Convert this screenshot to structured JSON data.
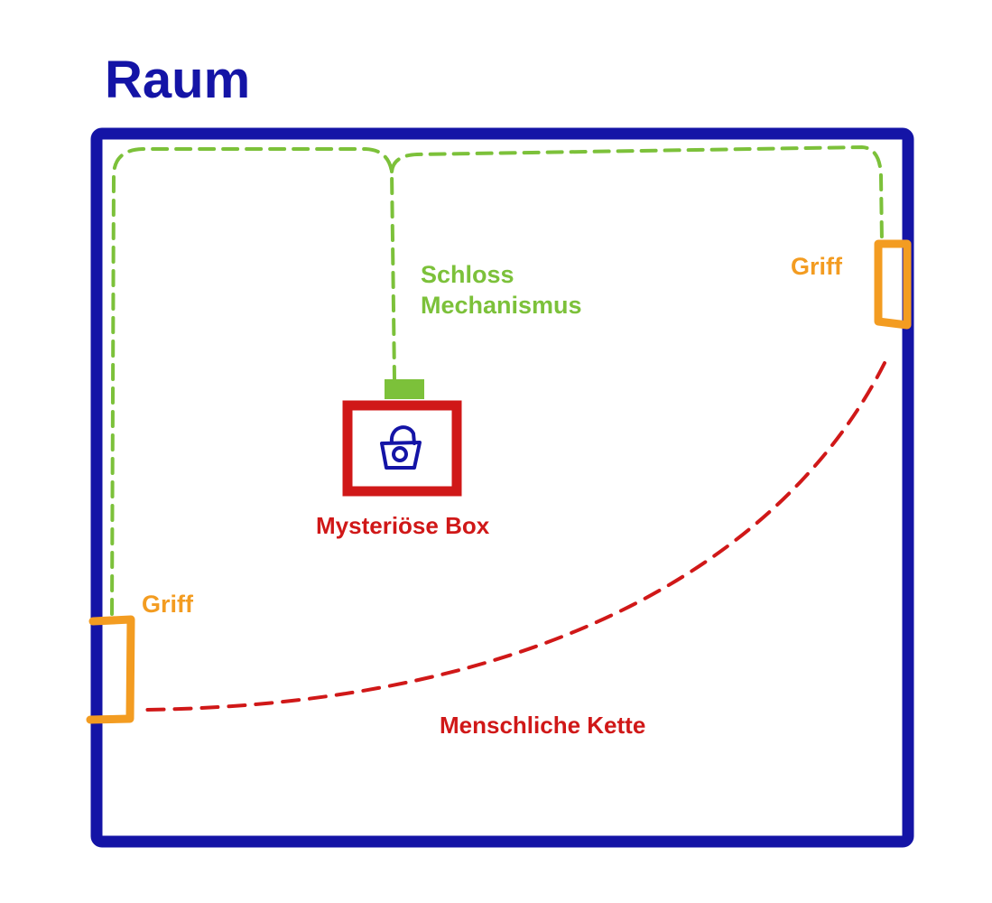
{
  "title": "Raum",
  "colors": {
    "room": "#1414a6",
    "lock_path": "#7cc13a",
    "handle": "#f39c21",
    "box": "#d01818",
    "chain": "#d01818",
    "padlock": "#1414a6"
  },
  "labels": {
    "lock_mechanism_line1": "Schloss",
    "lock_mechanism_line2": "Mechanismus",
    "handle_right": "Griff",
    "handle_left": "Griff",
    "box": "Mysteriöse Box",
    "chain": "Menschliche Kette"
  },
  "icons": {
    "box_icon": "padlock-icon"
  }
}
